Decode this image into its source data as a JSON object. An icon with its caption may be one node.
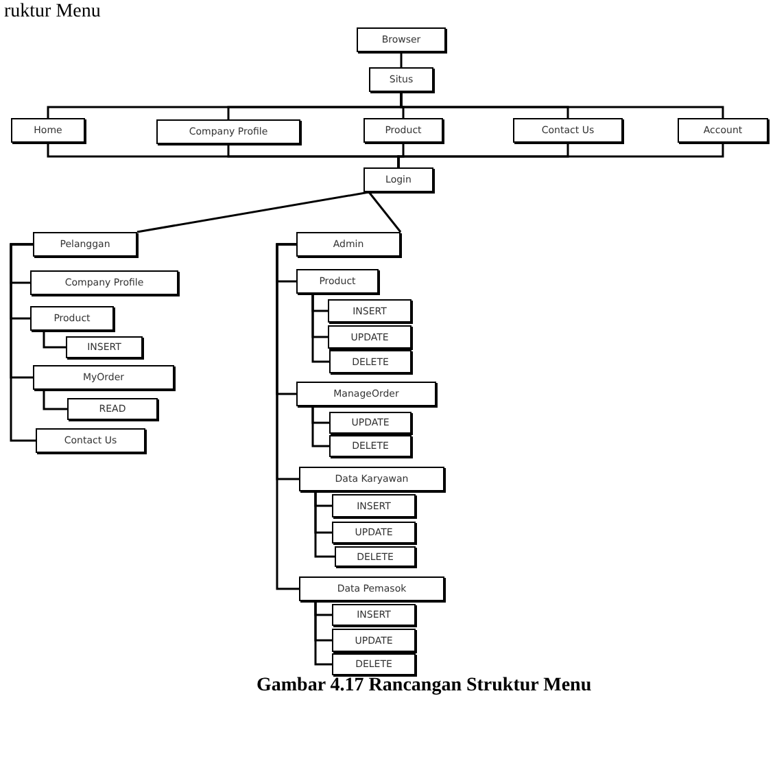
{
  "diagram": {
    "caption": "Gambar 4.17 Rancangan Struktur Menu",
    "nodes": [
      {
        "text": [
          "Browser"
        ]
      },
      {
        "text": [
          "Situs"
        ]
      },
      {
        "text": [
          "Home"
        ]
      },
      {
        "text": [
          "Company Profile"
        ]
      },
      {
        "text": [
          "Product"
        ]
      },
      {
        "text": [
          "Contact Us"
        ]
      },
      {
        "text": [
          "Account"
        ]
      },
      {
        "text": [
          "Login"
        ]
      },
      {
        "text": [
          "Pelanggan"
        ]
      },
      {
        "text": [
          "Company Profile"
        ]
      },
      {
        "text": [
          "Product"
        ]
      },
      {
        "text": [
          "INSERT"
        ]
      },
      {
        "text": [
          "MyOrder"
        ]
      },
      {
        "text": [
          "READ"
        ]
      },
      {
        "text": [
          "Contact Us"
        ]
      },
      {
        "text": [
          "Admin"
        ]
      },
      {
        "text": [
          "Product"
        ]
      },
      {
        "text": [
          "INSERT"
        ]
      },
      {
        "text": [
          "UPDATE"
        ]
      },
      {
        "text": [
          "DELETE"
        ]
      },
      {
        "text": [
          "ManageOrder"
        ]
      },
      {
        "text": [
          "UPDATE"
        ]
      },
      {
        "text": [
          "DELETE"
        ]
      },
      {
        "text": [
          "Data Karyawan"
        ]
      },
      {
        "text": [
          "INSERT"
        ]
      },
      {
        "text": [
          "UPDATE"
        ]
      },
      {
        "text": [
          "DELETE"
        ]
      },
      {
        "text": [
          "Data Pemasok"
        ]
      },
      {
        "text": [
          "INSERT"
        ]
      },
      {
        "text": [
          "UPDATE"
        ]
      },
      {
        "text": [
          "DELETE"
        ]
      }
    ],
    "edges": [
      {
        "from": 0,
        "to": 1,
        "arrow": "none"
      },
      {
        "from": 1,
        "to": 2,
        "arrow": "none"
      },
      {
        "from": 1,
        "to": 3,
        "arrow": "none"
      },
      {
        "from": 1,
        "to": 4,
        "arrow": "none"
      },
      {
        "from": 1,
        "to": 5,
        "arrow": "none"
      },
      {
        "from": 1,
        "to": 6,
        "arrow": "none"
      },
      {
        "from": 2,
        "to": 7,
        "arrow": "none"
      },
      {
        "from": 3,
        "to": 7,
        "arrow": "none"
      },
      {
        "from": 4,
        "to": 7,
        "arrow": "none"
      },
      {
        "from": 5,
        "to": 7,
        "arrow": "none"
      },
      {
        "from": 6,
        "to": 7,
        "arrow": "none"
      },
      {
        "from": 7,
        "to": 8,
        "arrow": "none"
      },
      {
        "from": 7,
        "to": 15,
        "arrow": "none"
      },
      {
        "from": 8,
        "to": 9,
        "arrow": "none"
      },
      {
        "from": 8,
        "to": 10,
        "arrow": "none"
      },
      {
        "from": 8,
        "to": 12,
        "arrow": "none"
      },
      {
        "from": 8,
        "to": 14,
        "arrow": "none"
      },
      {
        "from": 10,
        "to": 11,
        "arrow": "none"
      },
      {
        "from": 12,
        "to": 13,
        "arrow": "none"
      },
      {
        "from": 15,
        "to": 16,
        "arrow": "none"
      },
      {
        "from": 15,
        "to": 20,
        "arrow": "none"
      },
      {
        "from": 15,
        "to": 23,
        "arrow": "none"
      },
      {
        "from": 15,
        "to": 27,
        "arrow": "none"
      },
      {
        "from": 16,
        "to": 17,
        "arrow": "none"
      },
      {
        "from": 16,
        "to": 18,
        "arrow": "none"
      },
      {
        "from": 16,
        "to": 19,
        "arrow": "none"
      },
      {
        "from": 20,
        "to": 21,
        "arrow": "none"
      },
      {
        "from": 20,
        "to": 22,
        "arrow": "none"
      },
      {
        "from": 23,
        "to": 24,
        "arrow": "none"
      },
      {
        "from": 23,
        "to": 25,
        "arrow": "none"
      },
      {
        "from": 23,
        "to": 26,
        "arrow": "none"
      },
      {
        "from": 27,
        "to": 28,
        "arrow": "none"
      },
      {
        "from": 27,
        "to": 29,
        "arrow": "none"
      },
      {
        "from": 27,
        "to": 30,
        "arrow": "none"
      }
    ],
    "labels": [
      "ruktur Menu"
    ]
  }
}
